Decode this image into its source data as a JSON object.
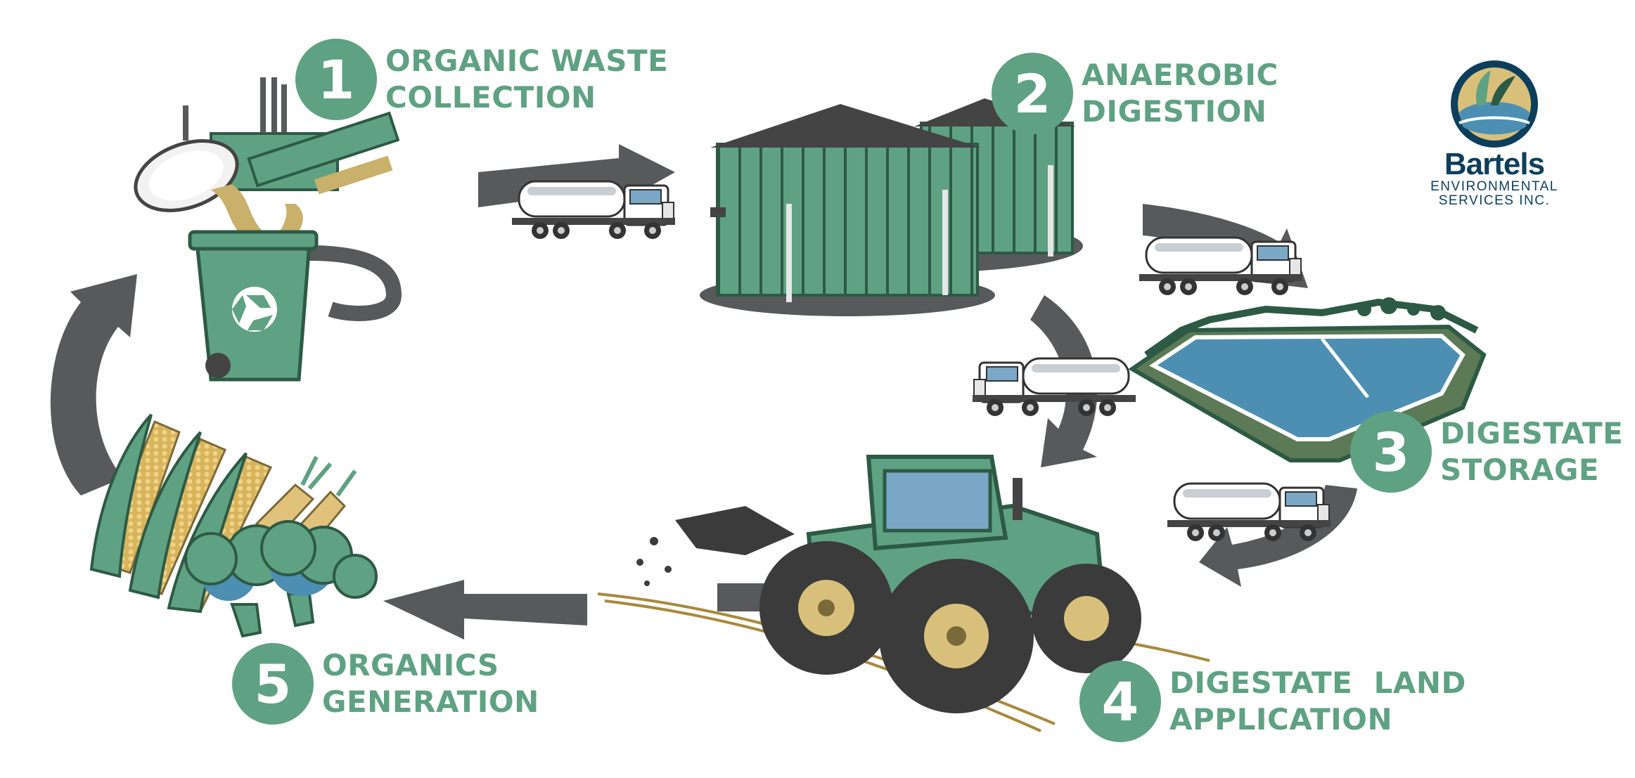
{
  "steps": [
    {
      "num": "1",
      "label": "ORGANIC WASTE\nCOLLECTION"
    },
    {
      "num": "2",
      "label": "ANAEROBIC\nDIGESTION"
    },
    {
      "num": "3",
      "label": "DIGESTATE\nSTORAGE"
    },
    {
      "num": "4",
      "label": "DIGESTATE  LAND\nAPPLICATION"
    },
    {
      "num": "5",
      "label": "ORGANICS\nGENERATION"
    }
  ],
  "logo": {
    "name": "Bartels",
    "line1": "ENVIRONMENTAL",
    "line2": "SERVICES INC."
  },
  "colors": {
    "green": "#5fa283",
    "dark_green": "#2d5a45",
    "arrow": "#58595b",
    "water": "#4d8fb3",
    "straw": "#c9b06b",
    "navy": "#0d3f5c"
  },
  "icons": [
    "waste-bin-icon",
    "recycle-icon",
    "digester-tank-icon",
    "tanker-truck-icon",
    "storage-lagoon-icon",
    "tractor-icon",
    "corn-icon",
    "carrot-icon",
    "broccoli-icon",
    "cycle-arrow-icon"
  ]
}
